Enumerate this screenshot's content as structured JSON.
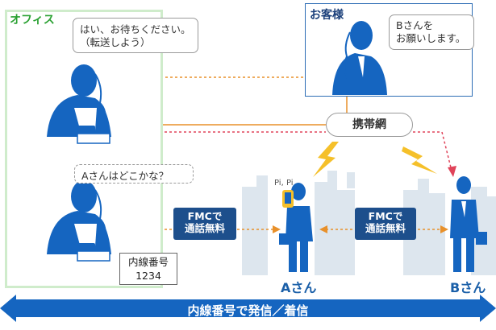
{
  "office": {
    "label": "オフィス"
  },
  "customer": {
    "label": "お客様"
  },
  "bubbles": {
    "operator_reply_line1": "はい、お待ちください。",
    "operator_reply_line2": "（転送しよう）",
    "customer_request_line1": "Bさんを",
    "customer_request_line2": "お願いします。",
    "operator_thought": "Aさんはどこかな？"
  },
  "network": {
    "label": "携帯網"
  },
  "fmc_left": {
    "line1": "FMCで",
    "line2": "通話無料"
  },
  "fmc_right": {
    "line1": "FMCで",
    "line2": "通話無料"
  },
  "extension": {
    "line1": "内線番号",
    "line2": "1234"
  },
  "ring_text": "Pi, Pi",
  "person_a": "Aさん",
  "person_b": "Bさん",
  "banner": "内線番号で発信／着信",
  "colors": {
    "office_green": "#2aa132",
    "figure_blue": "#1565c0",
    "fmc_navy": "#1d4f8c",
    "arrow_orange": "#e8902a",
    "arrow_red": "#e0445a"
  }
}
